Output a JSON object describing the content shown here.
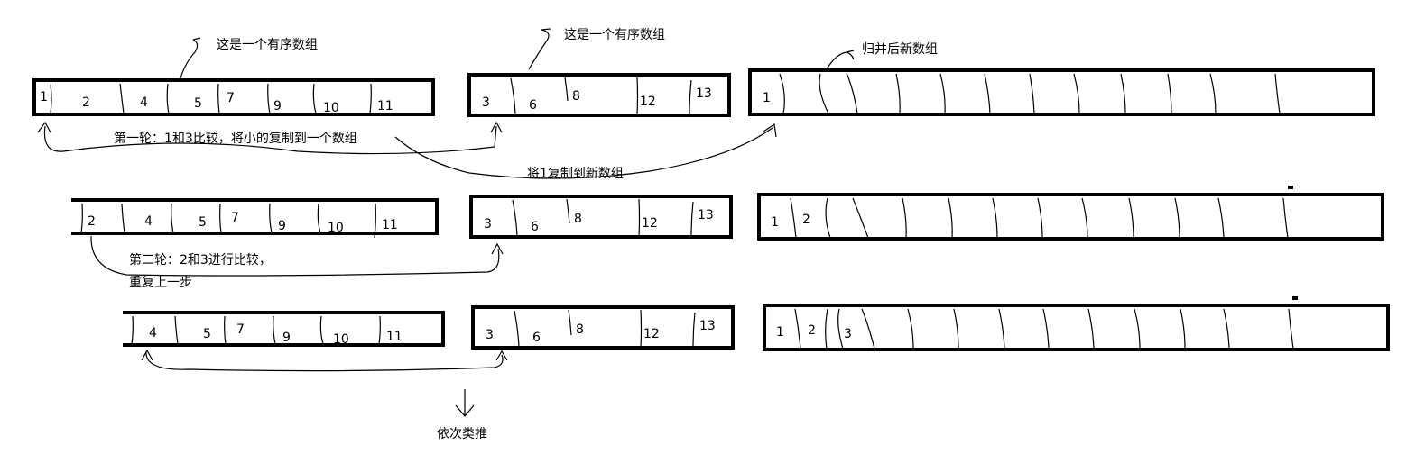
{
  "labels": {
    "sorted_a": "这是一个有序数组",
    "sorted_b": "这是一个有序数组",
    "merged": "归并后新数组",
    "round1": "第一轮：1和3比较，将小的复制到一个数组",
    "copy1": "将1复制到新数组",
    "round2": "第二轮：2和3进行比较，",
    "repeat": "重复上一步",
    "and_so_on": "依次类推"
  },
  "rows": [
    {
      "left": [
        "1",
        "2",
        "4",
        "5",
        "7",
        "9",
        "10",
        "11"
      ],
      "right": [
        "3",
        "6",
        "8",
        "12",
        "13"
      ],
      "merged": [
        "1"
      ]
    },
    {
      "left": [
        "2",
        "4",
        "5",
        "7",
        "9",
        "10",
        "11"
      ],
      "right": [
        "3",
        "6",
        "8",
        "12",
        "13"
      ],
      "merged": [
        "1",
        "2"
      ]
    },
    {
      "left": [
        "4",
        "5",
        "7",
        "9",
        "10",
        "11"
      ],
      "right": [
        "3",
        "6",
        "8",
        "12",
        "13"
      ],
      "merged": [
        "1",
        "2",
        "3"
      ]
    }
  ]
}
